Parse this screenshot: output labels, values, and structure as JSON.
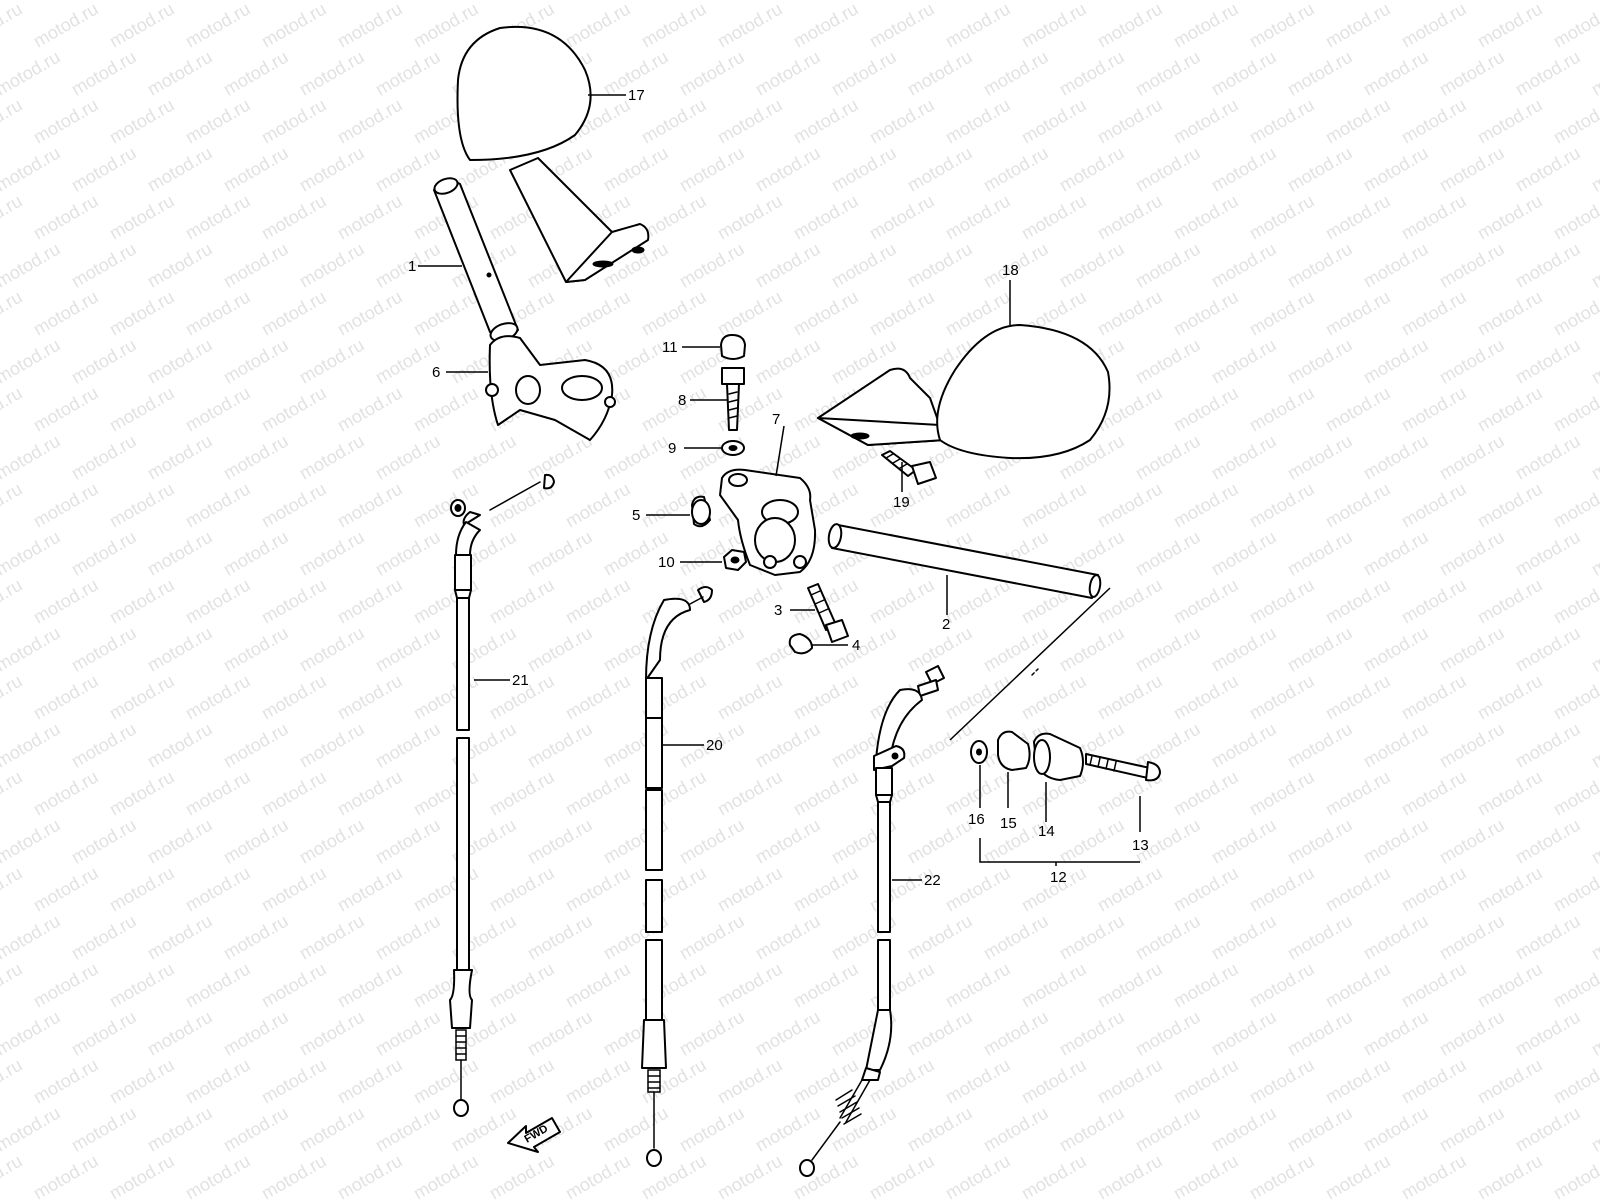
{
  "watermark": "motod.ru",
  "fwd_label": "FWD",
  "callouts": [
    "1",
    "2",
    "3",
    "4",
    "5",
    "6",
    "7",
    "8",
    "9",
    "10",
    "11",
    "12",
    "13",
    "14",
    "15",
    "16",
    "17",
    "18",
    "19",
    "20",
    "21",
    "22"
  ]
}
